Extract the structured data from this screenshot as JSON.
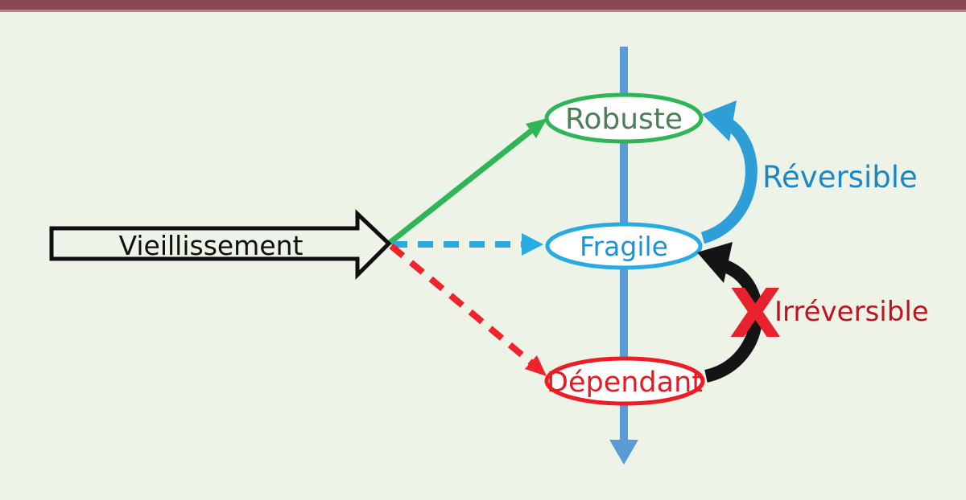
{
  "page": {
    "background": "#edf4e7",
    "top_bar_color": "#8c4852",
    "top_bar_accent": "#b5858d"
  },
  "aging_arrow": {
    "label": "Vieillissement",
    "outline_color": "#0f0f0f"
  },
  "timeline": {
    "color": "#5b9bd5"
  },
  "nodes": {
    "robuste": {
      "label": "Robuste",
      "stroke": "#2fb457",
      "text_color": "#4e7d57"
    },
    "fragile": {
      "label": "Fragile",
      "stroke": "#29abe2",
      "text_color": "#1e93d3"
    },
    "dependant": {
      "label": "Dépendant",
      "stroke": "#ee1c25",
      "text_color": "#e31b23"
    }
  },
  "paths": {
    "to_robuste": {
      "color": "#2fb457",
      "style": "solid"
    },
    "to_fragile": {
      "color": "#29abe2",
      "style": "dashed"
    },
    "to_dependant": {
      "color": "#ef2329",
      "style": "dashed"
    }
  },
  "transitions": {
    "reversible": {
      "label": "Réversible",
      "label_color": "#1b87c9",
      "arrow_color": "#2d9fd6"
    },
    "irreversible": {
      "label": "Irréversible",
      "label_color": "#bf1420",
      "arrow_color": "#141414",
      "blocked_mark": "X",
      "mark_color": "#e8212e"
    }
  }
}
